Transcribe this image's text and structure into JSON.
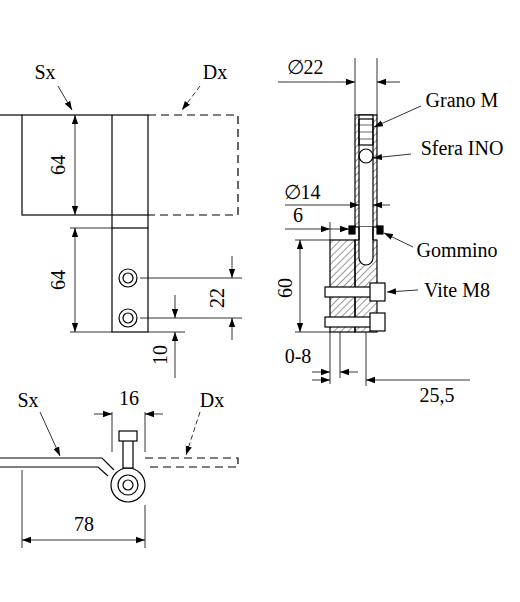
{
  "diagram": {
    "labels": [
      "Sx",
      "Dx",
      "∅22",
      "Grano M",
      "Sfera INO",
      "∅14",
      "6",
      "Gommino",
      "64",
      "64",
      "60",
      "Vite M8",
      "22",
      "10",
      "0-8",
      "25,5",
      "Sx",
      "16",
      "Dx",
      "78"
    ]
  }
}
